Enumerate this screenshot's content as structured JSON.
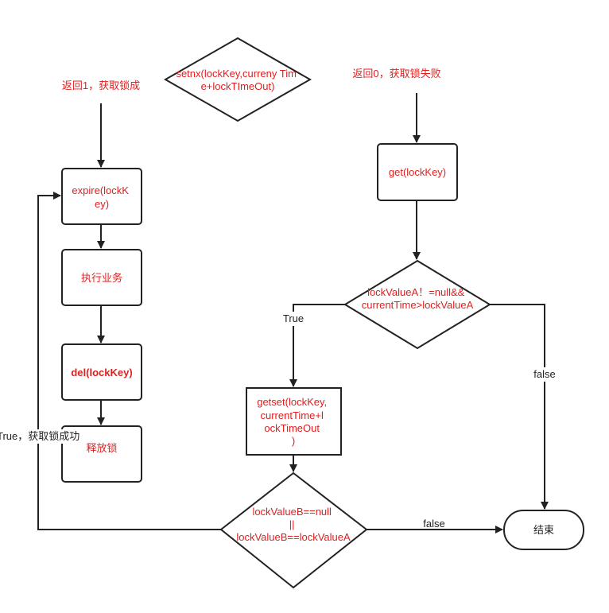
{
  "nodes": {
    "setnx": {
      "lines": [
        "setnx(lockKey,curreny Tim",
        "e+lockTImeOut)"
      ]
    },
    "expire": {
      "lines": [
        "expire(lockK",
        "ey)"
      ]
    },
    "execute": {
      "lines": [
        "执行业务"
      ]
    },
    "del": {
      "lines": [
        "del(lockKey)"
      ]
    },
    "release": {
      "lines": [
        "释放锁"
      ]
    },
    "get": {
      "lines": [
        "get(lockKey)"
      ]
    },
    "check_a": {
      "lines": [
        "lockValueA！=null&&",
        "currentTime>lockValueA"
      ]
    },
    "getset": {
      "lines": [
        "getset(lockKey,",
        "currentTime+l",
        "ockTimeOut",
        ")"
      ]
    },
    "check_b": {
      "lines": [
        "lockValueB==null",
        "||",
        "lockValueB==lockValueA"
      ]
    },
    "end": {
      "lines": [
        "结束"
      ]
    }
  },
  "edge_labels": {
    "setnx_success": "返回1，获取锁成",
    "setnx_fail": "返回0，获取锁失败",
    "check_a_true": "True",
    "check_a_false": "false",
    "check_b_true": "True，获取锁成功",
    "check_b_false": "false"
  },
  "colors": {
    "node_text": "#e02020",
    "label_text": "#222222",
    "stroke": "#222222"
  }
}
